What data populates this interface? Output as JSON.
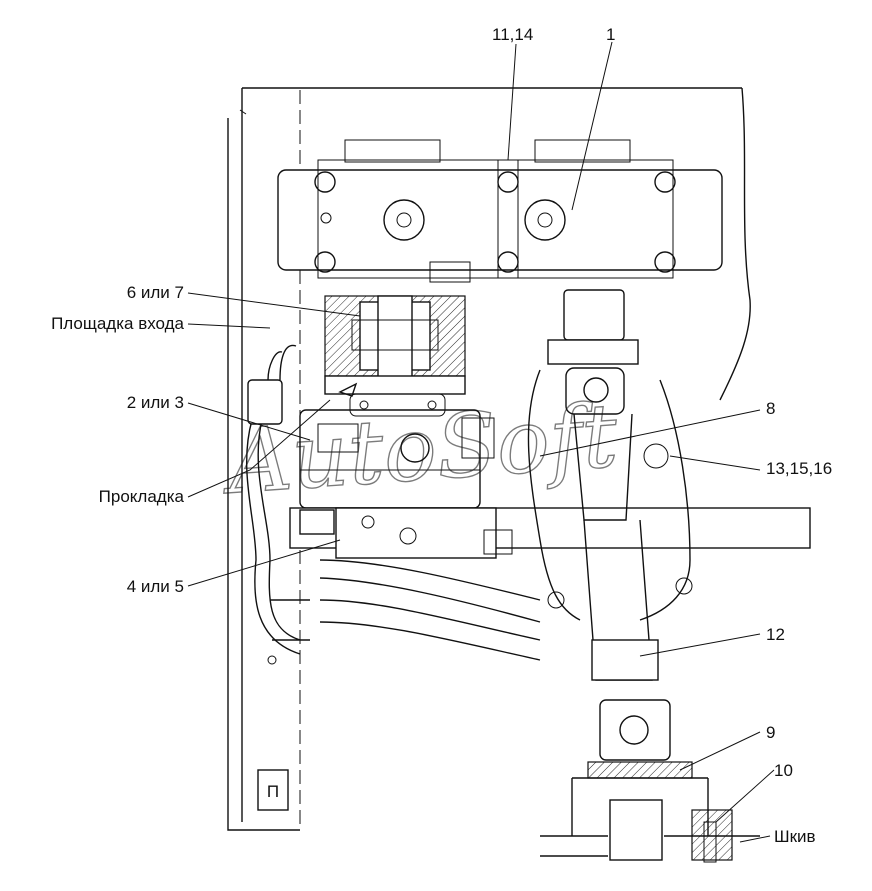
{
  "labels": {
    "l_11_14": "11,14",
    "l_1": "1",
    "l_6_7": "6 или 7",
    "l_platform": "Площадка входа",
    "l_2_3": "2 или 3",
    "l_8": "8",
    "l_13_15_16": "13,15,16",
    "l_gasket": "Прокладка",
    "l_4_5": "4 или 5",
    "l_12": "12",
    "l_9": "9",
    "l_10": "10",
    "l_pulley": "Шкив"
  },
  "watermark": "AutoSoft",
  "panel_marker": "П"
}
